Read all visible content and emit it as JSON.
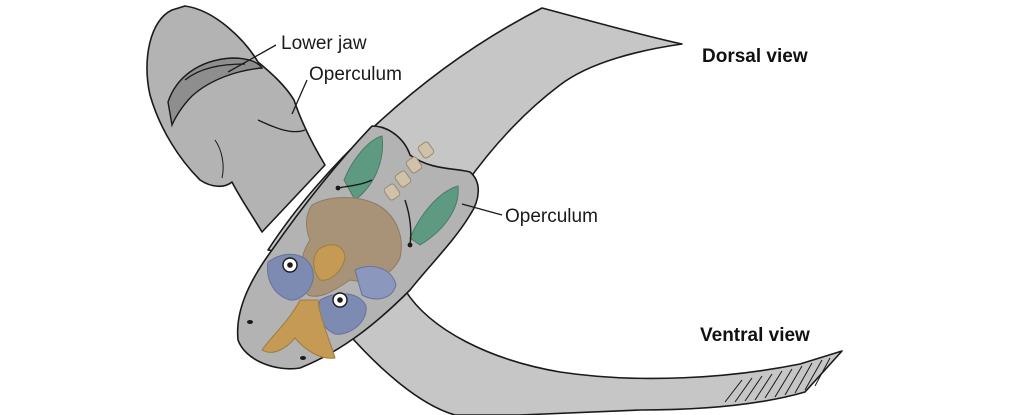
{
  "labels": {
    "lower_jaw": "Lower jaw",
    "operculum_top": "Operculum",
    "operculum_right": "Operculum",
    "dorsal_view": "Dorsal view",
    "ventral_view": "Ventral view"
  },
  "colors": {
    "body_gray": "#c6c6c6",
    "head_gray": "#b3b3b3",
    "operculum_green": "#5e9a82",
    "neurocranium_tan": "#a99378",
    "cartilage_orange": "#c59a55",
    "arch_blue": "#7d8bb2",
    "outline": "#1a1a1a"
  }
}
